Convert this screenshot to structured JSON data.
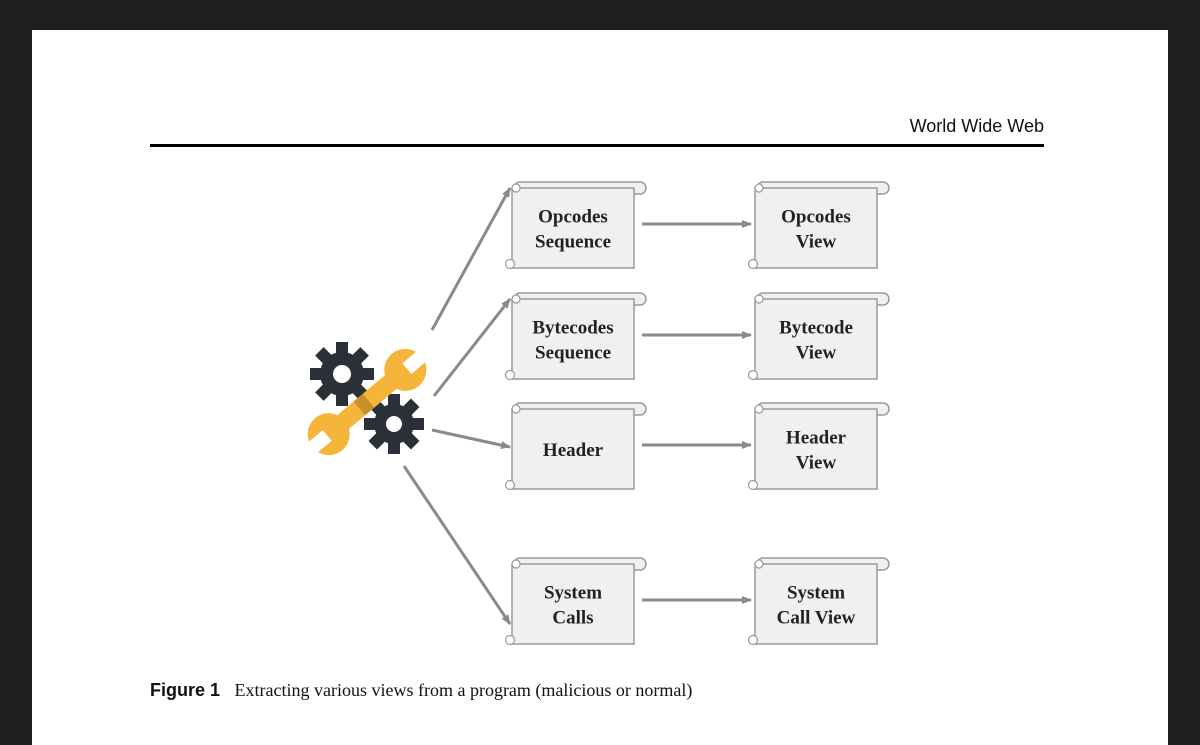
{
  "running_head": "World Wide Web",
  "figure": {
    "nodes": [
      {
        "id": "opcodes-sequence",
        "label": "Opcodes\nSequence"
      },
      {
        "id": "bytecodes-sequence",
        "label": "Bytecodes\nSequence"
      },
      {
        "id": "header",
        "label": "Header"
      },
      {
        "id": "system-calls",
        "label": "System\nCalls"
      },
      {
        "id": "opcodes-view",
        "label": "Opcodes\nView"
      },
      {
        "id": "bytecode-view",
        "label": "Bytecode\nView"
      },
      {
        "id": "header-view",
        "label": "Header\nView"
      },
      {
        "id": "system-call-view",
        "label": "System\nCall View"
      }
    ],
    "edges": [
      {
        "from": "tool",
        "to": "opcodes-sequence"
      },
      {
        "from": "tool",
        "to": "bytecodes-sequence"
      },
      {
        "from": "tool",
        "to": "header"
      },
      {
        "from": "tool",
        "to": "system-calls"
      },
      {
        "from": "opcodes-sequence",
        "to": "opcodes-view"
      },
      {
        "from": "bytecodes-sequence",
        "to": "bytecode-view"
      },
      {
        "from": "header",
        "to": "header-view"
      },
      {
        "from": "system-calls",
        "to": "system-call-view"
      }
    ],
    "icon": "gear-and-wrench-icon",
    "colors": {
      "wrench": "#f5b43a",
      "gear": "#2b2f38",
      "arrow": "#8a8a8a",
      "scroll_fill": "#f0f0f0",
      "scroll_stroke": "#9a9a9a"
    }
  },
  "caption": {
    "label": "Figure 1",
    "text": "Extracting various views from a program (malicious or normal)"
  }
}
